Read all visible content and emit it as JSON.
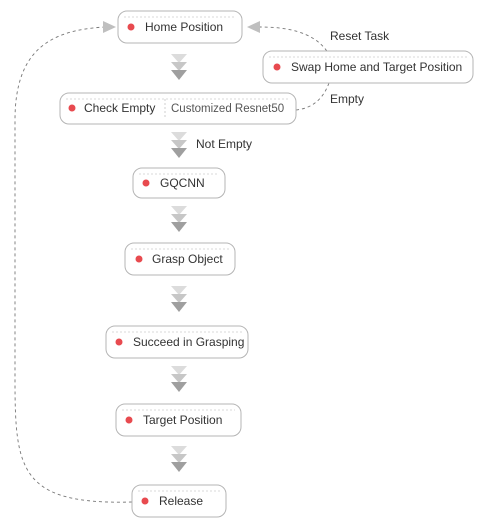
{
  "nodes": {
    "home": "Home Position",
    "swap": "Swap Home and Target Position",
    "check_empty": "Check Empty",
    "check_model": "Customized Resnet50",
    "gqcnn": "GQCNN",
    "grasp": "Grasp Object",
    "succeed": "Succeed in Grasping",
    "target": "Target Position",
    "release": "Release"
  },
  "edges": {
    "reset_task": "Reset Task",
    "empty": "Empty",
    "not_empty": "Not Empty"
  },
  "colors": {
    "status_dot": "#e84a4f",
    "box_border": "#b5b5b5",
    "arrow_gray": "#9f9f9f"
  }
}
